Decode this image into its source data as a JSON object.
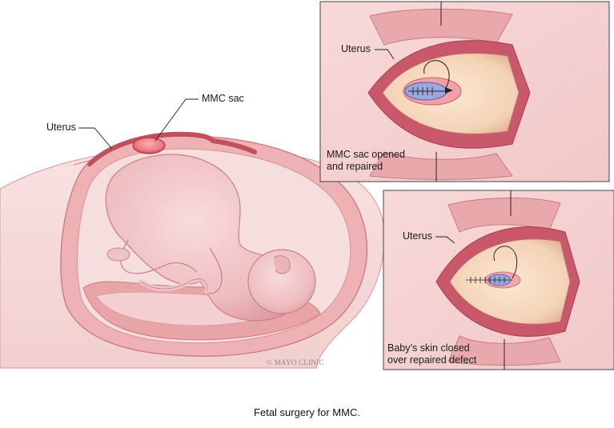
{
  "main_diagram": {
    "uterus_label": "Uterus",
    "sac_label": "MMC sac",
    "copyright": "© MAYO CLINIC"
  },
  "inset_top": {
    "uterus_label": "Uterus",
    "caption_lines": [
      "MMC sac opened",
      "and repaired"
    ]
  },
  "inset_bottom": {
    "uterus_label": "Uterus",
    "caption_lines": [
      "Baby’s skin closed",
      "over repaired defect"
    ]
  },
  "figure_caption": "Fetal surgery for MMC.",
  "colors": {
    "skin": "#f4d3d3",
    "uterus_wall": "#e9a8ab",
    "uterus_dark": "#c9596a",
    "fetus": "#f0c4c6",
    "sac": "#e8727a",
    "repair_blue": "#9aa8dc",
    "wound_beige": "#f6ddc3"
  }
}
